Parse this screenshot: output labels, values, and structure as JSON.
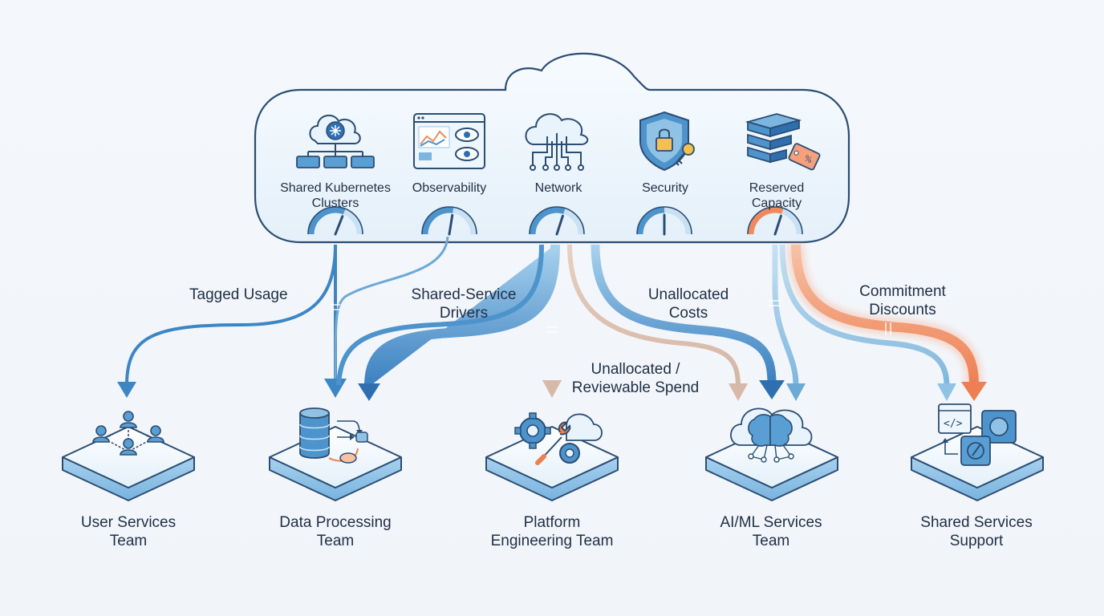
{
  "cloud": {
    "services": [
      {
        "icon": "kubernetes-cluster-icon",
        "line1": "Shared Kubernetes",
        "line2": "Clusters",
        "gauge": 0.62
      },
      {
        "icon": "observability-dashboard-icon",
        "line1": "Observability",
        "line2": "",
        "gauge": 0.55
      },
      {
        "icon": "network-cloud-icon",
        "line1": "Network",
        "line2": "",
        "gauge": 0.6
      },
      {
        "icon": "security-shield-icon",
        "line1": "Security",
        "line2": "",
        "gauge": 0.5
      },
      {
        "icon": "reserved-capacity-server-icon",
        "line1": "Reserved",
        "line2": "Capacity",
        "gauge": 0.6
      }
    ]
  },
  "flows": {
    "tagged_usage": "Tagged Usage",
    "shared_service_drivers": {
      "line1": "Shared-Service",
      "line2": "Drivers"
    },
    "unallocated_costs": {
      "line1": "Unallocated",
      "line2": "Costs"
    },
    "unallocated_reviewable": {
      "line1": "Unallocated /",
      "line2": "Reviewable Spend"
    },
    "commitment_discounts": {
      "line1": "Commitment",
      "line2": "Discounts"
    }
  },
  "teams": [
    {
      "icon": "people-network-icon",
      "line1": "User Services",
      "line2": "Team"
    },
    {
      "icon": "database-processing-icon",
      "line1": "Data Processing",
      "line2": "Team"
    },
    {
      "icon": "gear-wrench-cloud-icon",
      "line1": "Platform",
      "line2": "Engineering Team"
    },
    {
      "icon": "ai-brain-cloud-icon",
      "line1": "AI/ML Services",
      "line2": "Team"
    },
    {
      "icon": "code-support-icon",
      "line1": "Shared Services",
      "line2": "Support"
    }
  ],
  "colors": {
    "blue_dark": "#2f6fb0",
    "blue_mid": "#4d93cc",
    "blue_light": "#8fc2e4",
    "orange": "#f08a5c",
    "tan": "#dcb9a8",
    "outline": "#2c4d72"
  }
}
